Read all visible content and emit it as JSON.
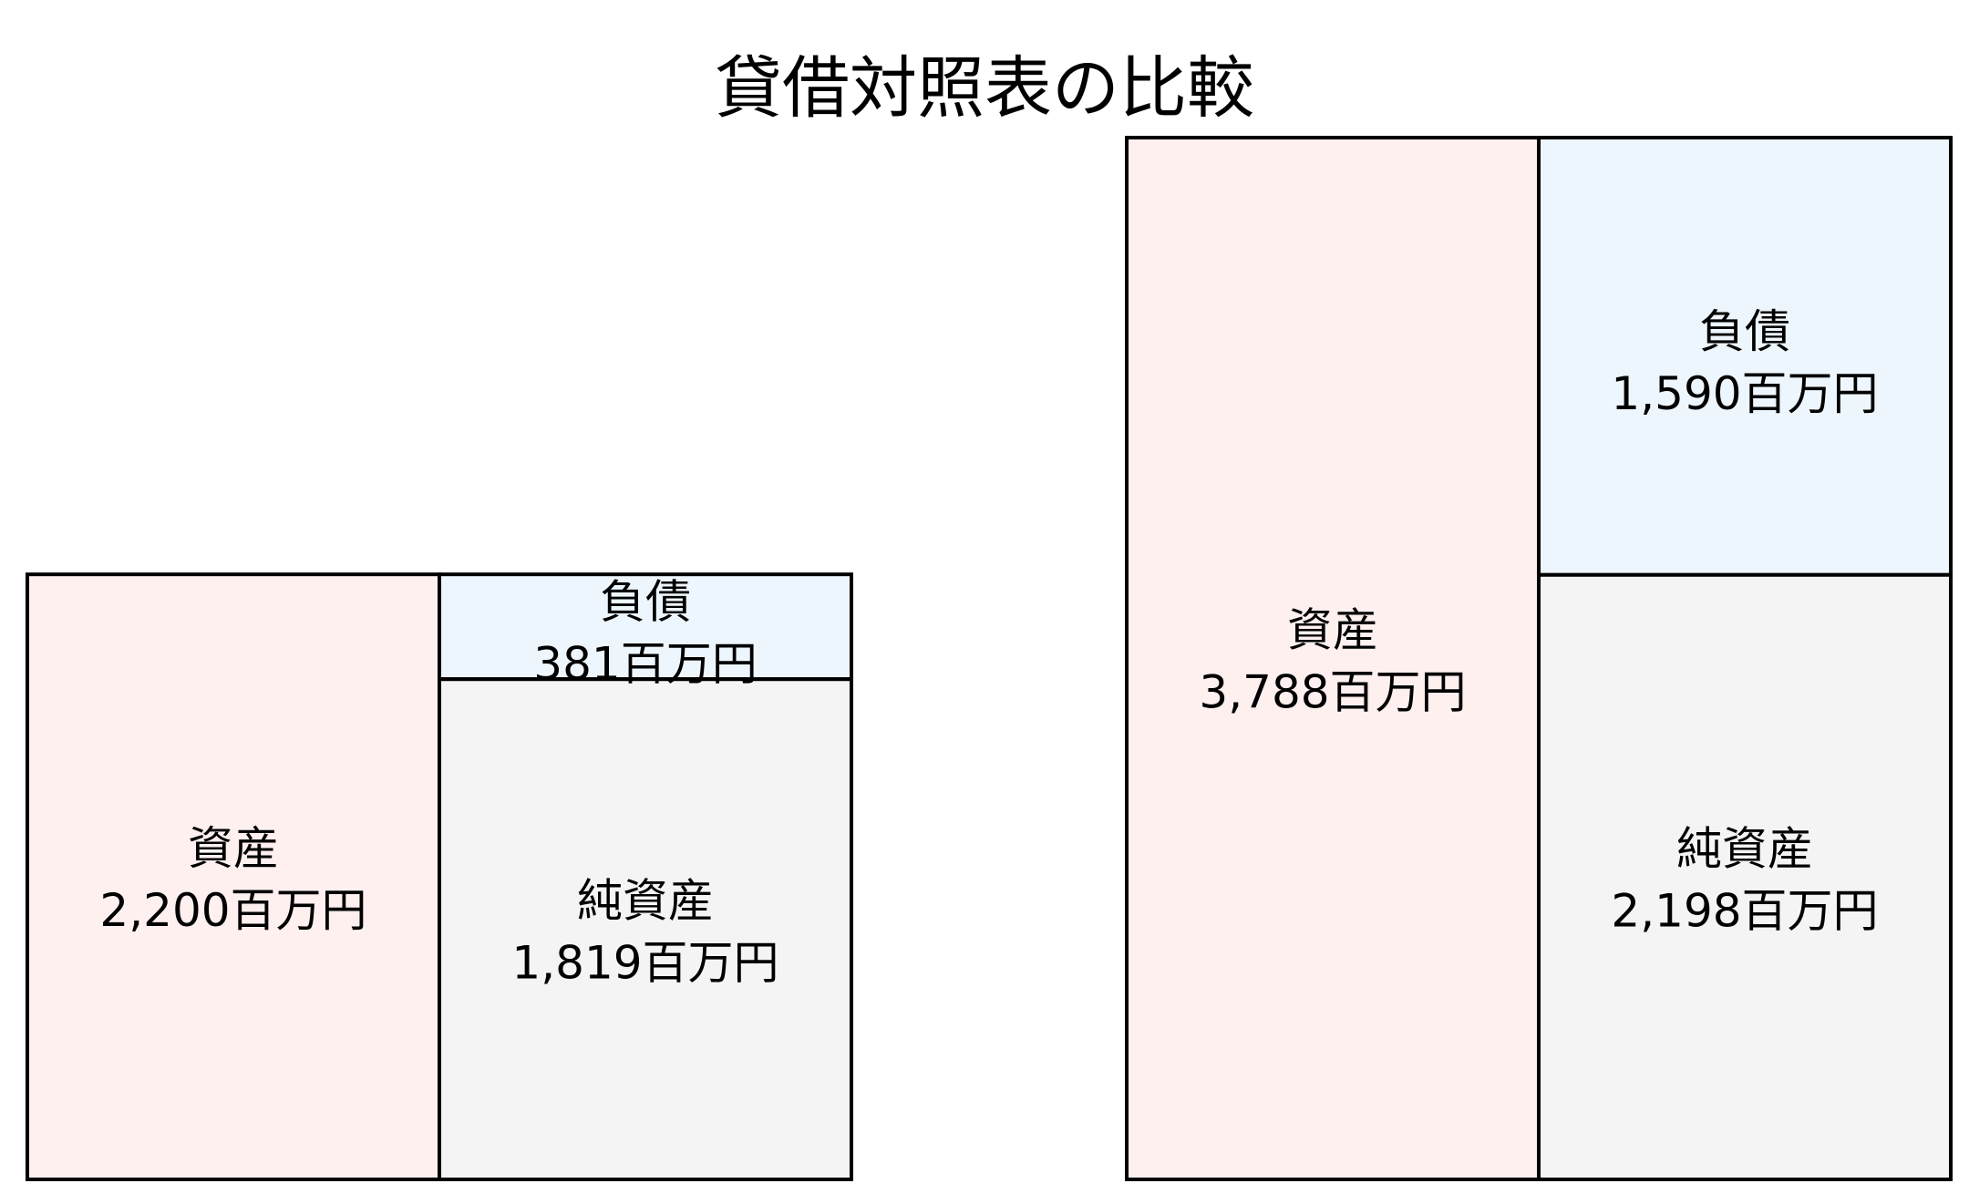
{
  "title": "貸借対照表の比較",
  "colors": {
    "assets": "#fdf0ef",
    "liabilities": "#eef6fd",
    "net_assets": "#f4f4f4",
    "stroke": "#000000"
  },
  "chart_data": {
    "type": "bar",
    "title": "貸借対照表の比較",
    "unit": "百万円",
    "panels": [
      {
        "assets": {
          "label": "資産",
          "value": 2200,
          "value_text": "2,200百万円"
        },
        "liabilities": {
          "label": "負債",
          "value": 381,
          "value_text": "381百万円"
        },
        "net_assets": {
          "label": "純資産",
          "value": 1819,
          "value_text": "1,819百万円"
        }
      },
      {
        "assets": {
          "label": "資産",
          "value": 3788,
          "value_text": "3,788百万円"
        },
        "liabilities": {
          "label": "負債",
          "value": 1590,
          "value_text": "1,590百万円"
        },
        "net_assets": {
          "label": "純資産",
          "value": 2198,
          "value_text": "2,198百万円"
        }
      }
    ]
  }
}
